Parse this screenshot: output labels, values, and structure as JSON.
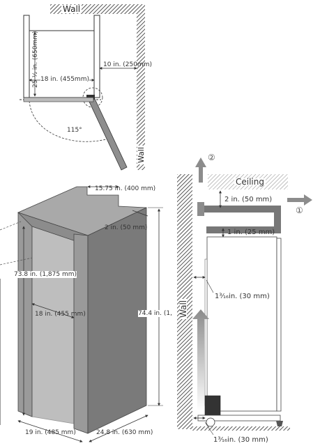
{
  "top_view": {
    "wall_top_label": "Wall",
    "wall_right_label": "Wall",
    "depth_label": "25 ½ in. (650mm)",
    "width_label": "18 in. (455mm)",
    "side_gap_label": "10 in. (250mm)",
    "door_angle_label": "115°"
  },
  "iso_view": {
    "top_width_label": "15.75 in. (400 mm)",
    "top_gap_label": "2 in. (50 mm)",
    "opening_height_label": "73.8 in. (1,875 mm)",
    "opening_width_label": "18 in. (455 mm)",
    "total_height_label": "74.4 in. (1,",
    "base_width_label": "19 in. (485 mm)",
    "base_depth_label": "24.8 in. (630 mm)"
  },
  "side_view": {
    "ceiling_label": "Ceiling",
    "wall_label": "Wall",
    "airflow_up_marker": "②",
    "airflow_side_marker": "①",
    "top_clearance_label": "2 in. (50 mm)",
    "upper_gap_label": "1 in. (25 mm)",
    "rear_gap_label": "1³⁄₁₆in. (30 mm)",
    "bottom_gap_label": "1³⁄₁₆in. (30 mm)"
  },
  "colors": {
    "wall_hatch": "#555555",
    "cabinet_fill": "#9a9a9a",
    "cabinet_dark": "#7a7a7a",
    "airflow_arrow": "#8c8c8c"
  }
}
